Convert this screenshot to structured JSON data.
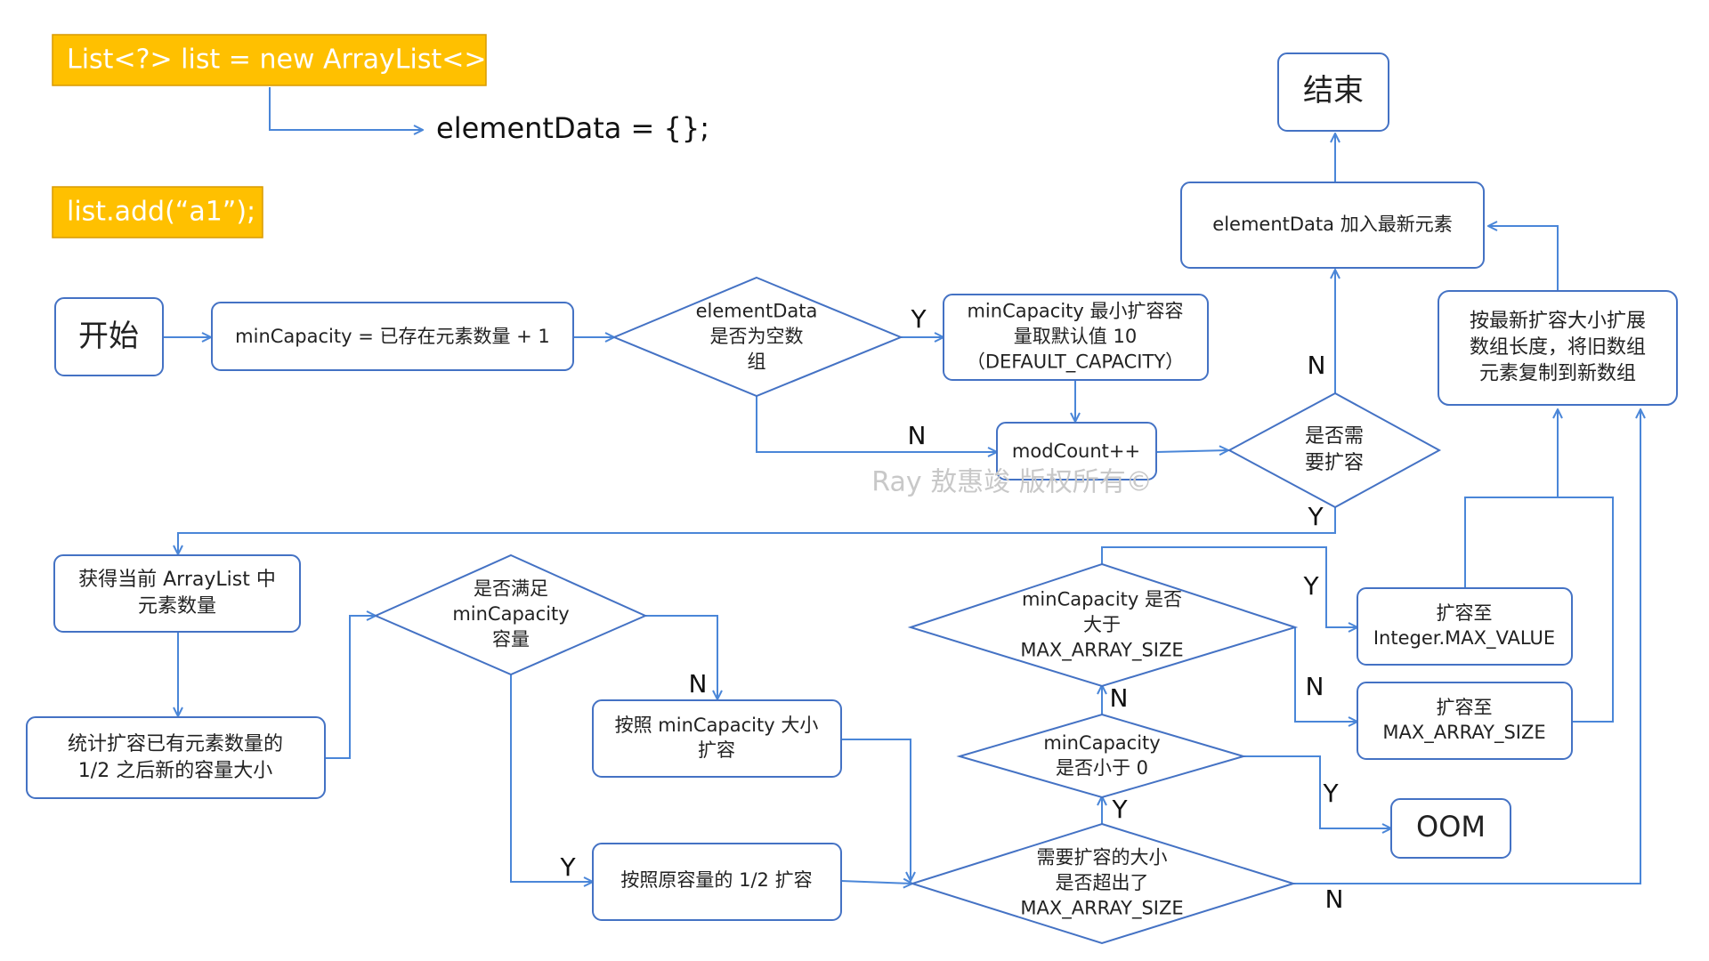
{
  "code": {
    "create_list": "List<?> list = new ArrayList<>();",
    "element_data_init": "elementData = {};",
    "add_call": "list.add(“a1”);"
  },
  "nodes": {
    "start": [
      "开始"
    ],
    "end": [
      "结束"
    ],
    "min_capacity": [
      "minCapacity = 已存在元素数量 + 1"
    ],
    "is_empty": [
      "elementData",
      "是否为空数",
      "组"
    ],
    "default_capacity": [
      "minCapacity 最小扩容容",
      "量取默认值 10",
      "（DEFAULT_CAPACITY）"
    ],
    "mod_count": [
      "modCount++"
    ],
    "need_grow": [
      "是否需",
      "要扩容"
    ],
    "add_element": [
      "elementData 加入最新元素"
    ],
    "copy_array": [
      "按最新扩容大小扩展",
      "数组长度，将旧数组",
      "元素复制到新数组"
    ],
    "get_count": [
      "获得当前 ArrayList 中",
      "元素数量"
    ],
    "calc_half": [
      "统计扩容已有元素数量的",
      "1/2 之后新的容量大小"
    ],
    "meets_min": [
      "是否满足",
      "minCapacity",
      "容量"
    ],
    "grow_by_min": [
      "按照 minCapacity 大小",
      "扩容"
    ],
    "grow_by_half": [
      "按照原容量的 1/2 扩容"
    ],
    "exceeds_max": [
      "需要扩容的大小",
      "是否超出了",
      "MAX_ARRAY_SIZE"
    ],
    "less_than_zero": [
      "minCapacity",
      "是否小于 0"
    ],
    "greater_than_max": [
      "minCapacity 是否",
      "大于",
      "MAX_ARRAY_SIZE"
    ],
    "grow_int_max": [
      "扩容至",
      "Integer.MAX_VALUE"
    ],
    "grow_max_array": [
      "扩容至",
      "MAX_ARRAY_SIZE"
    ],
    "oom": [
      "OOM"
    ]
  },
  "edge_labels": {
    "yes": "Y",
    "no": "N"
  },
  "watermark": "Ray 敖惠竣 版权所有©"
}
